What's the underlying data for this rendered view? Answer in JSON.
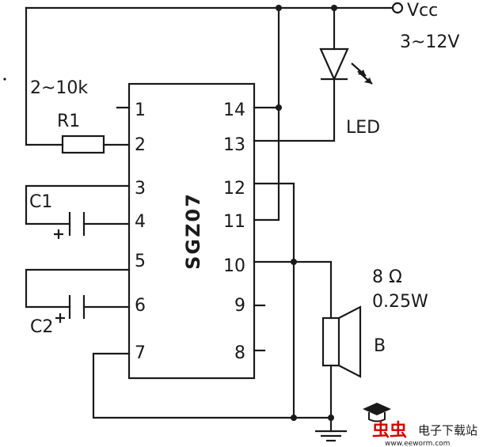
{
  "chip": {
    "name": "SGZ07",
    "pins_left": [
      "1",
      "2",
      "3",
      "4",
      "5",
      "6",
      "7"
    ],
    "pins_right": [
      "14",
      "13",
      "12",
      "11",
      "10",
      "9",
      "8"
    ]
  },
  "supply": {
    "label": "Vcc",
    "range": "3~12V"
  },
  "resistor": {
    "value": "2~10k",
    "name": "R1"
  },
  "capacitors": {
    "c1": "C1",
    "c2": "C2"
  },
  "led": {
    "label": "LED"
  },
  "speaker": {
    "impedance": "8 Ω",
    "power": "0.25W",
    "name": "B"
  },
  "watermark": {
    "name_cn": "虫虫",
    "site_cn": "电子下载站",
    "url": "www.eeworm.com"
  }
}
